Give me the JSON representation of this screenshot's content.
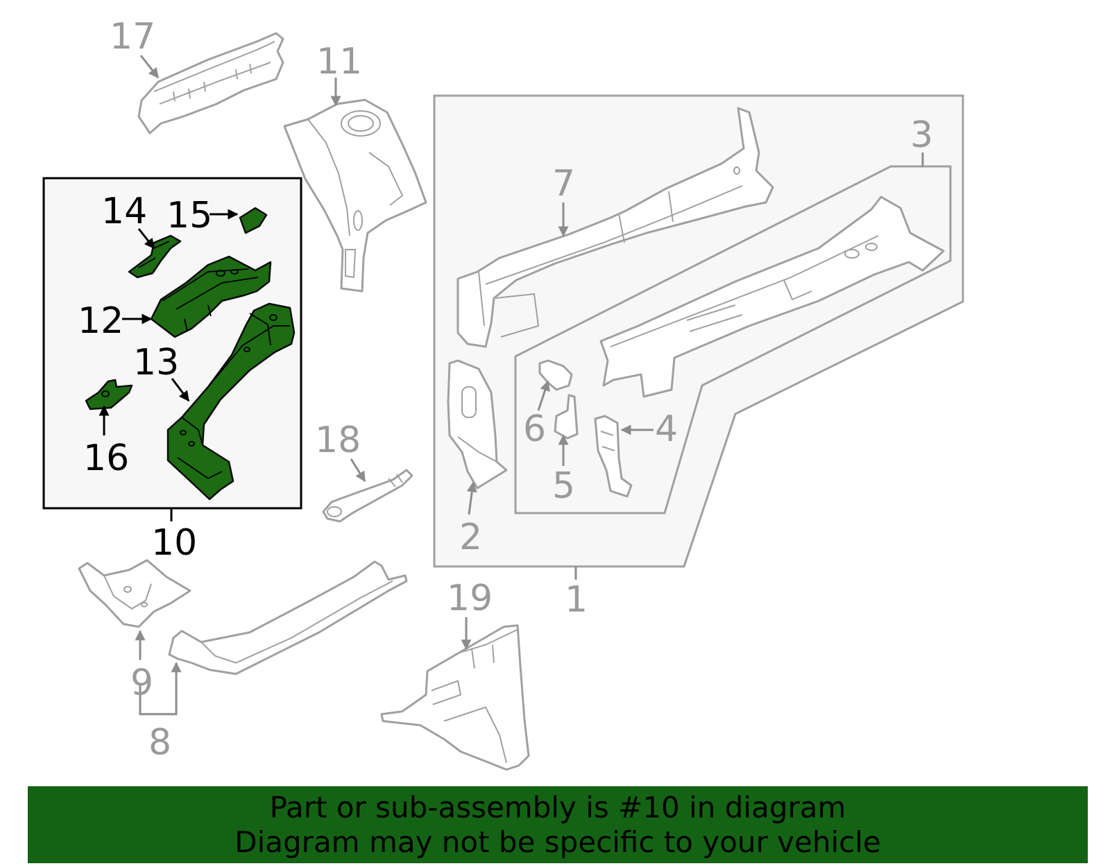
{
  "colors": {
    "highlight": "#1d6b12",
    "banner": "#146314",
    "line": "#a0a0a0",
    "panel": "#f7f7f7"
  },
  "callouts": {
    "c1": "1",
    "c2": "2",
    "c3": "3",
    "c4": "4",
    "c5": "5",
    "c6": "6",
    "c7": "7",
    "c8": "8",
    "c9": "9",
    "c10": "10",
    "c11": "11",
    "c12": "12",
    "c13": "13",
    "c14": "14",
    "c15": "15",
    "c16": "16",
    "c17": "17",
    "c18": "18",
    "c19": "19"
  },
  "highlighted_part": "10",
  "banner": {
    "line1": "Part or sub-assembly is #10 in diagram",
    "line2": "Diagram may not be specific to your vehicle"
  }
}
